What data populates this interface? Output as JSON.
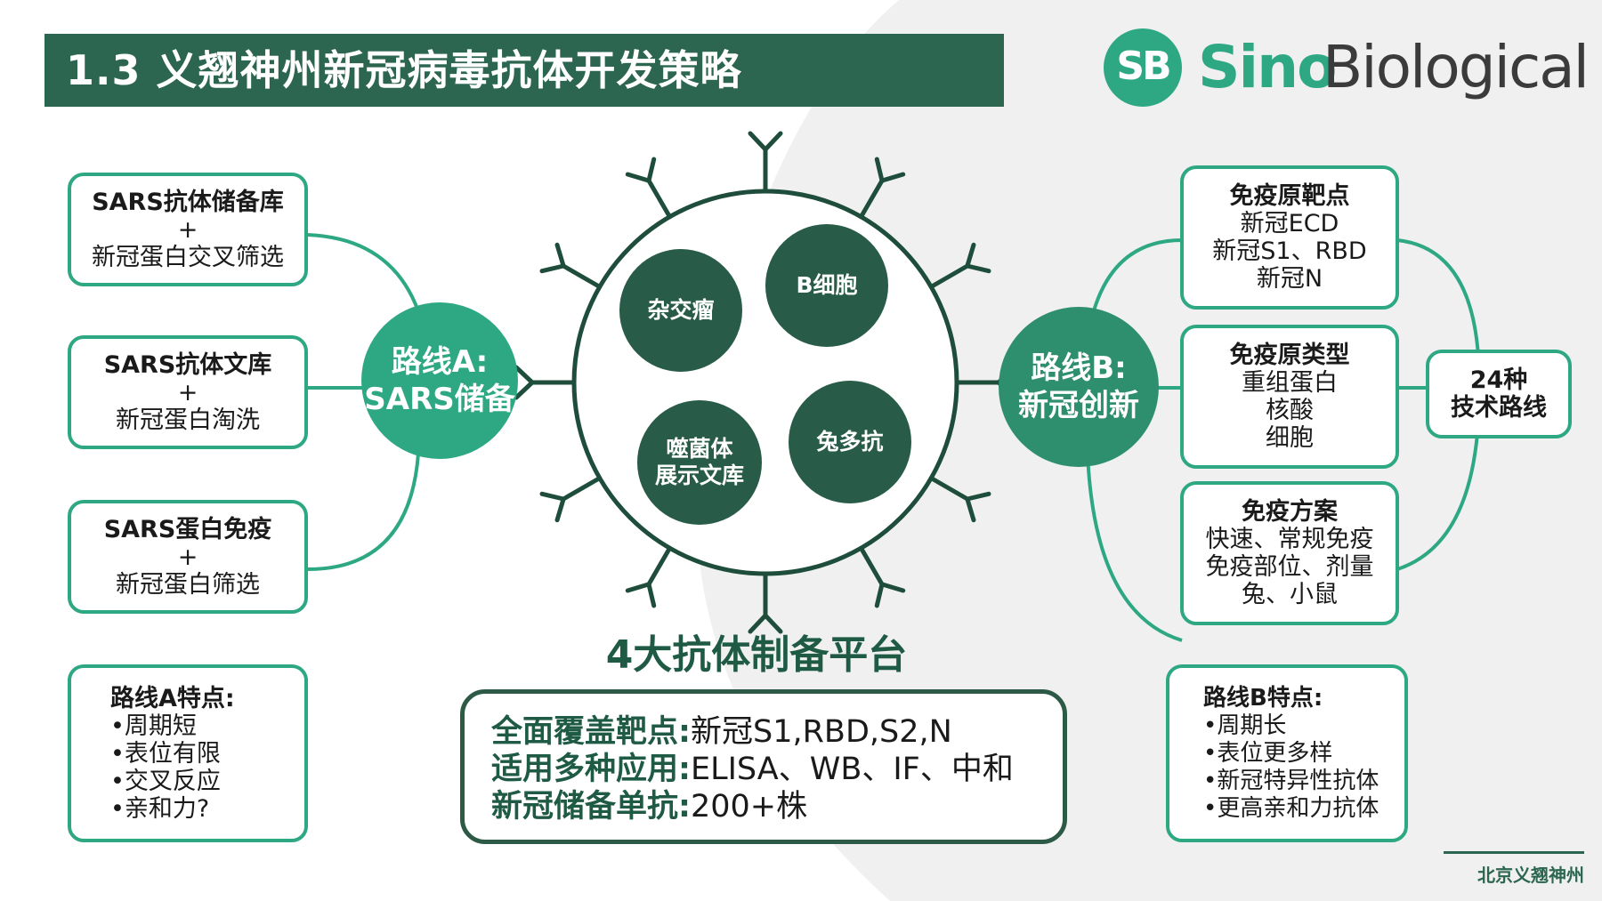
{
  "header": {
    "title": "1.3 义翘神州新冠病毒抗体开发策略"
  },
  "logo": {
    "badge": "SB",
    "sino": "Sino",
    "bio": "Biological"
  },
  "left_boxes": [
    {
      "title": "SARS抗体储备库",
      "plus": "+",
      "sub": "新冠蛋白交叉筛选"
    },
    {
      "title": "SARS抗体文库",
      "plus": "+",
      "sub": "新冠蛋白淘洗"
    },
    {
      "title": "SARS蛋白免疫",
      "plus": "+",
      "sub": "新冠蛋白筛选"
    }
  ],
  "route_a": {
    "line1": "路线A:",
    "line2": "SARS储备"
  },
  "route_b": {
    "line1": "路线B:",
    "line2": "新冠创新"
  },
  "platforms": {
    "hybridoma": "杂交瘤",
    "bcell": "B细胞",
    "phage_line1": "噬菌体",
    "phage_line2": "展示文库",
    "rabbit": "兔多抗",
    "title": "4大抗体制备平台"
  },
  "right_boxes": [
    {
      "title": "免疫原靶点",
      "lines": [
        "新冠ECD",
        "新冠S1、RBD",
        "新冠N"
      ]
    },
    {
      "title": "免疫原类型",
      "lines": [
        "重组蛋白",
        "核酸",
        "细胞"
      ]
    },
    {
      "title": "免疫方案",
      "lines": [
        "快速、常规免疫",
        "免疫部位、剂量",
        "兔、小鼠"
      ]
    }
  ],
  "tech_routes": {
    "line1": "24种",
    "line2": "技术路线"
  },
  "summary": [
    {
      "label": "全面覆盖靶点:",
      "value": "新冠S1,RBD,S2,N"
    },
    {
      "label": "适用多种应用:",
      "value": "ELISA、WB、IF、中和"
    },
    {
      "label": "新冠储备单抗:",
      "value": "200+株"
    }
  ],
  "features_a": {
    "title": "路线A特点:",
    "items": [
      "•周期短",
      "•表位有限",
      "•交叉反应",
      "•亲和力?"
    ]
  },
  "features_b": {
    "title": "路线B特点:",
    "items": [
      "•周期长",
      "•表位更多样",
      "•新冠特异性抗体",
      "•更高亲和力抗体"
    ]
  },
  "footer": {
    "text": "北京义翘神州"
  },
  "colors": {
    "accent": "#2ea883",
    "dark": "#2d6650",
    "inner": "#285c48"
  }
}
